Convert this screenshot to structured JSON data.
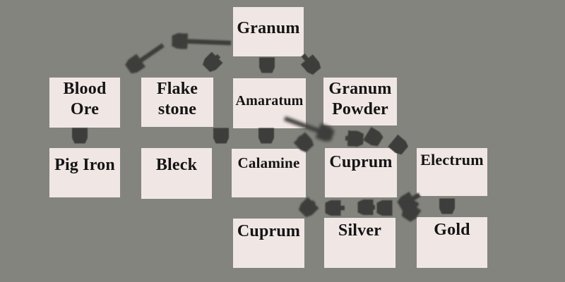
{
  "colors": {
    "background": "#84847E",
    "node_fill": "#F0E7E5",
    "node_text": "#141414",
    "arrow": "#3D3D3B"
  },
  "diagram": {
    "type": "flowchart",
    "nodes": {
      "granum": {
        "label": "Granum"
      },
      "blood_ore": {
        "label": "Blood\nOre"
      },
      "flake_stone": {
        "label": "Flake\nstone"
      },
      "amaratum": {
        "label": "Amaratum"
      },
      "granum_powder": {
        "label": "Granum\nPowder"
      },
      "pig_iron": {
        "label": "Pig Iron"
      },
      "bleck": {
        "label": "Bleck"
      },
      "calamine": {
        "label": "Calamine"
      },
      "cuprum_ore": {
        "label": "Cuprum"
      },
      "electrum": {
        "label": "Electrum"
      },
      "cuprum_ingot": {
        "label": "Cuprum"
      },
      "silver": {
        "label": "Silver"
      },
      "gold": {
        "label": "Gold"
      }
    },
    "edges": [
      {
        "from": "granum",
        "to": "blood_ore"
      },
      {
        "from": "granum",
        "to": "flake_stone"
      },
      {
        "from": "granum",
        "to": "amaratum"
      },
      {
        "from": "granum",
        "to": "granum_powder"
      },
      {
        "from": "blood_ore",
        "to": "pig_iron"
      },
      {
        "from": "flake_stone",
        "to": "bleck"
      },
      {
        "from": "amaratum",
        "to": "calamine"
      },
      {
        "from": "amaratum",
        "to": "cuprum_ore"
      },
      {
        "from": "granum_powder",
        "to": "electrum"
      },
      {
        "from": "electrum",
        "to": "silver"
      },
      {
        "from": "electrum",
        "to": "gold"
      },
      {
        "from": "silver",
        "to": "cuprum_ingot"
      },
      {
        "from": "cuprum_ore",
        "to": "cuprum_ingot"
      }
    ]
  }
}
